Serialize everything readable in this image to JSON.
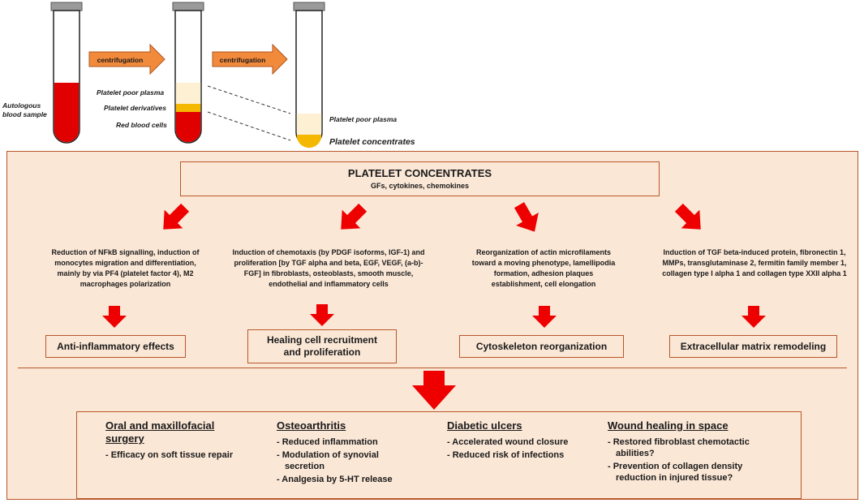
{
  "top": {
    "blood_sample_label": "Autologous\nblood sample",
    "arrow1_label": "centrifugation",
    "arrow2_label": "centrifugation",
    "tube2_labels": [
      "Platelet poor plasma",
      "Platelet derivatives",
      "Red blood cells"
    ],
    "tube3_labels": [
      "Platelet poor plasma",
      "Platelet concentrates"
    ]
  },
  "panel": {
    "title": "PLATELET CONCENTRATES",
    "subtitle": "GFs, cytokines, chemokines",
    "columns": [
      {
        "description": "Reduction of NFkB signalling, induction of monocytes migration and differentiation, mainly by  via PF4 (platelet factor 4), M2 macrophages polarization",
        "effect": "Anti-inflammatory effects"
      },
      {
        "description": "Induction of chemotaxis (by PDGF isoforms, IGF-1) and proliferation [by TGF alpha and beta, EGF, VEGF, (a-b)-FGF] in fibroblasts, osteoblasts, smooth muscle, endothelial and inflammatory cells",
        "effect": "Healing cell recruitment and proliferation"
      },
      {
        "description": "Reorganization of actin microfilaments toward a moving phenotype, lamellipodia formation,  adhesion plaques establishment, cell elongation",
        "effect": "Cytoskeleton reorganization"
      },
      {
        "description": "Induction of TGF beta-induced protein, fibronectin 1, MMPs, transglutaminase 2, fermitin family member 1, collagen type I alpha 1 and collagen type XXII alpha 1",
        "effect": "Extracellular matrix remodeling"
      }
    ]
  },
  "applications": [
    {
      "heading": "Oral and maxillofacial surgery",
      "items": [
        "- Efficacy on soft tissue repair"
      ]
    },
    {
      "heading": "Osteoarthritis",
      "items": [
        "- Reduced inflammation",
        "- Modulation of synovial secretion",
        "- Analgesia by 5-HT release"
      ]
    },
    {
      "heading": "Diabetic ulcers",
      "items": [
        "- Accelerated wound closure",
        "- Reduced risk of infections"
      ]
    },
    {
      "heading": "Wound healing in space",
      "items": [
        "- Restored fibroblast chemotactic abilities?",
        "- Prevention of collagen density reduction in injured tissue?"
      ]
    }
  ],
  "colors": {
    "panel_fill": "#fbe7d6",
    "panel_border": "#b8572a",
    "blood_red": "#e00000",
    "arrow_red": "#ee0000",
    "arrow_orange": "#f28a3c",
    "platelet_yellow": "#f5b800",
    "plasma": "#fdf0d3"
  }
}
